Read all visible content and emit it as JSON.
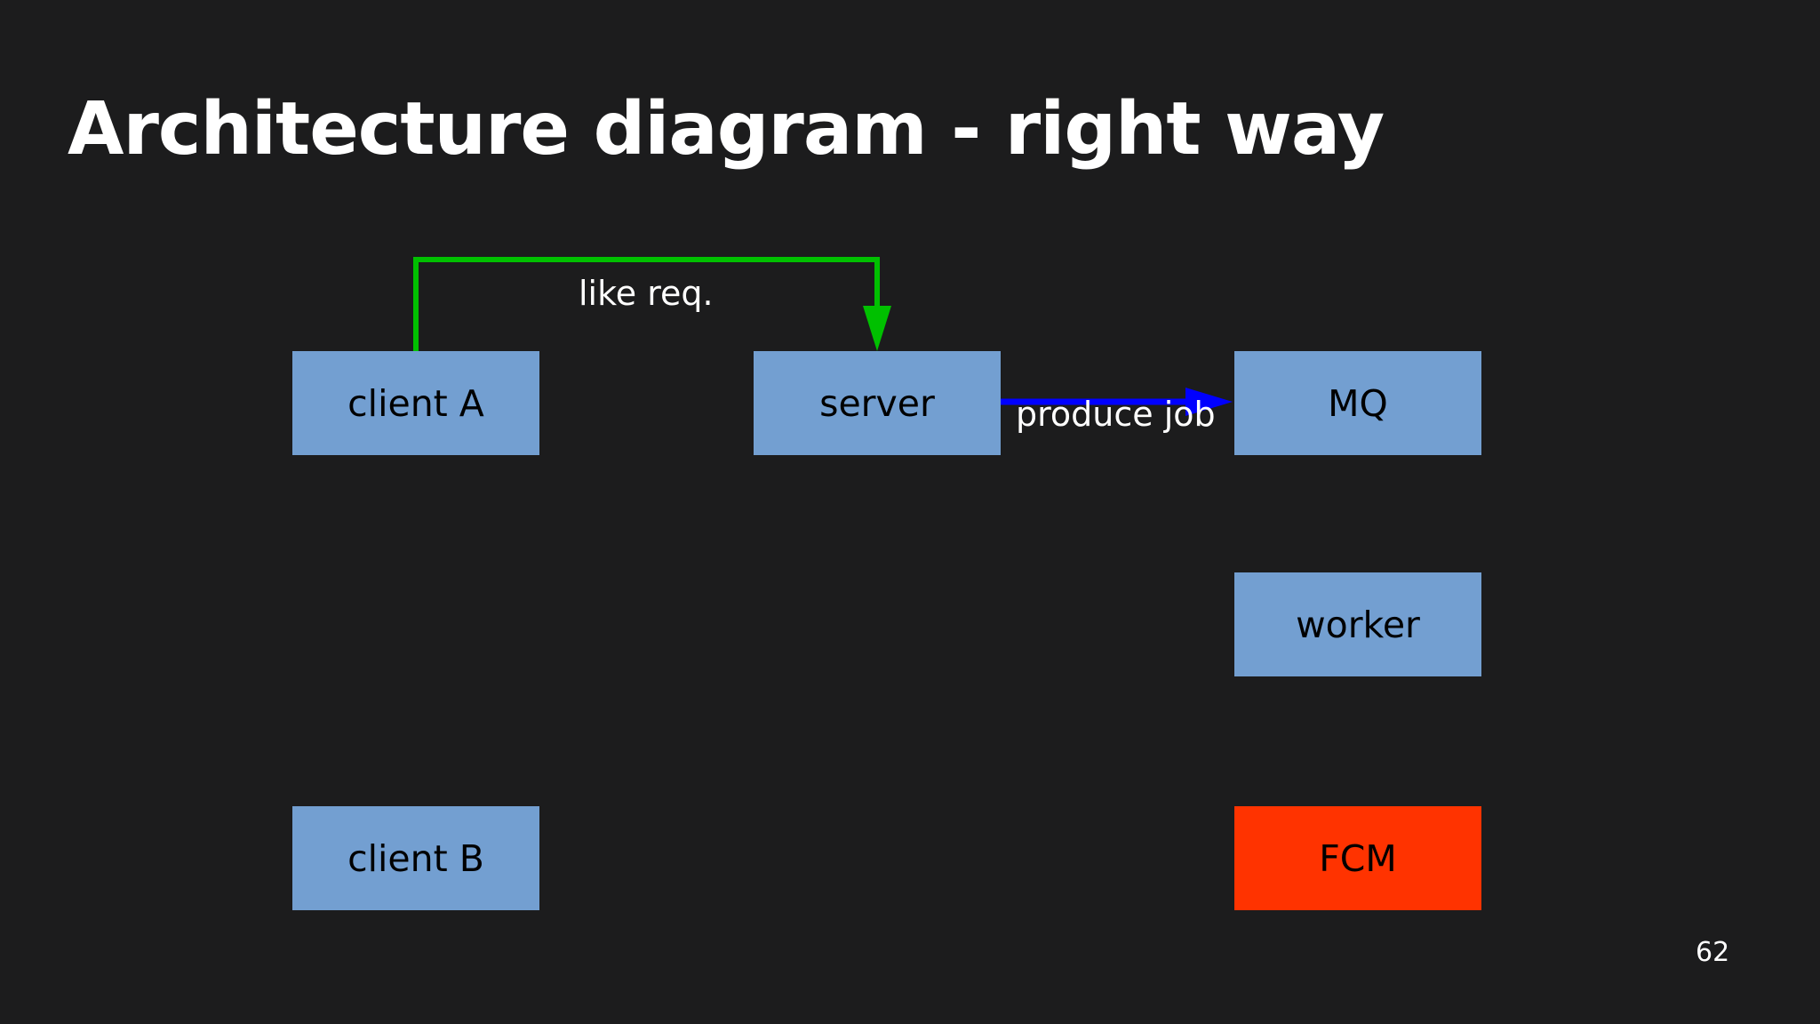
{
  "slide": {
    "title": "Architecture diagram - right way",
    "page_number": "62"
  },
  "colors": {
    "background": "#1c1c1d",
    "node_fill": "#739fd1",
    "alert_fill": "#ff3300",
    "like_request_arrow": "#00c000",
    "produce_job_arrow": "#0000ff"
  },
  "diagram": {
    "nodes": {
      "client_a": "client A",
      "server": "server",
      "mq": "MQ",
      "worker": "worker",
      "client_b": "client B",
      "fcm": "FCM"
    },
    "edges": [
      {
        "from": "client A",
        "to": "server",
        "label": "like req."
      },
      {
        "from": "server",
        "to": "MQ",
        "label": "produce job"
      }
    ]
  }
}
